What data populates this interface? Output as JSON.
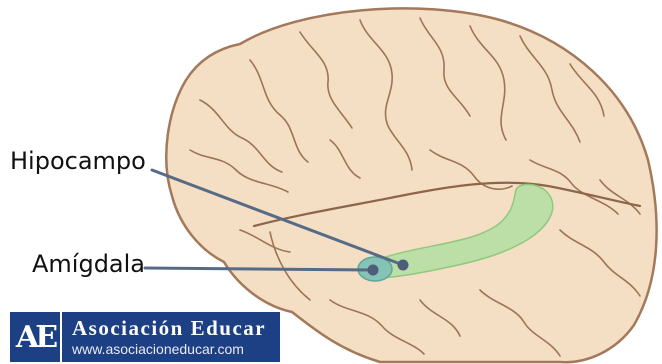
{
  "labels": {
    "hipocampo": "Hipocampo",
    "amigdala": "Amígdala"
  },
  "brand": {
    "logo_letters": "AE",
    "name": "Asociación Educar",
    "url": "www.asociacioneducar.com"
  },
  "colors": {
    "brain_fill": "#f5dfc4",
    "brain_outline": "#a2795a",
    "hippocampus_fill": "#b9dfa6",
    "amygdala_fill": "#86c3b7",
    "leader_line": "#556b86",
    "brand_blue": "#1d3f84",
    "brand_red": "#c02026"
  }
}
